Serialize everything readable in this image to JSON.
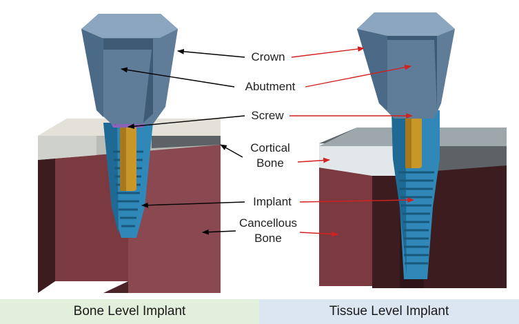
{
  "labels": {
    "crown": "Crown",
    "abutment": "Abutment",
    "screw": "Screw",
    "cortical_bone": [
      "Cortical",
      "Bone"
    ],
    "implant": "Implant",
    "cancellous_bone": [
      "Cancellous",
      "Bone"
    ]
  },
  "footer": {
    "left": "Bone Level Implant",
    "right": "Tissue Level Implant"
  },
  "colors": {
    "left_arrows": "#000000",
    "right_arrows": "#d42020",
    "crown": "#5f7d99",
    "abutment": "#8a63b8",
    "screw": "#c9962a",
    "implant": "#2f88b8",
    "cortical_bone": "#c9cdc8",
    "cancellous_bone": "#7a3a40",
    "footer_left_bg": "#e2efda",
    "footer_right_bg": "#dce6f1"
  }
}
